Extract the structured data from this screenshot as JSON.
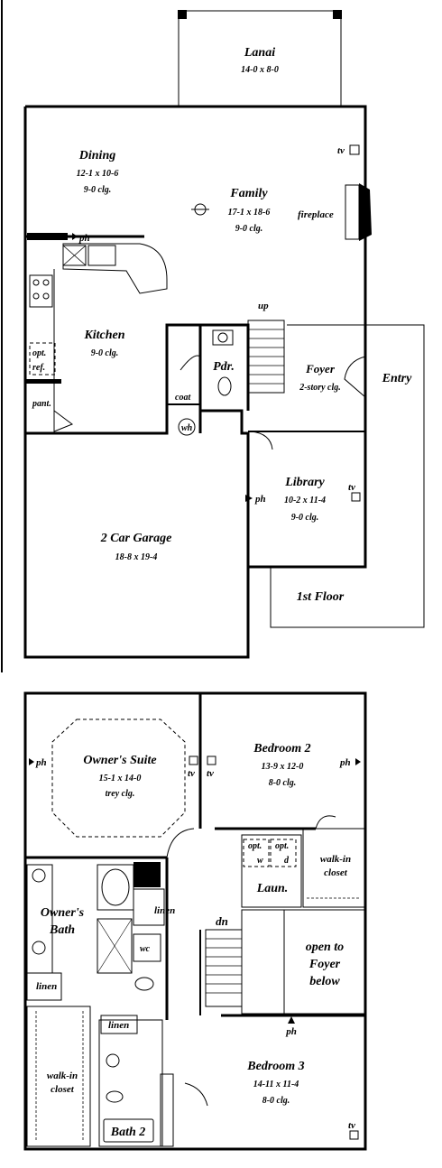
{
  "first_floor": {
    "label": "1st Floor",
    "rooms": {
      "lanai": {
        "name": "Lanai",
        "dims": "14-0 x 8-0"
      },
      "dining": {
        "name": "Dining",
        "dims": "12-1 x 10-6",
        "ceiling": "9-0 clg."
      },
      "family": {
        "name": "Family",
        "dims": "17-1 x 18-6",
        "ceiling": "9-0 clg."
      },
      "kitchen": {
        "name": "Kitchen",
        "ceiling": "9-0 clg."
      },
      "powder": {
        "name": "Pdr."
      },
      "foyer": {
        "name": "Foyer",
        "ceiling": "2-story clg."
      },
      "entry": {
        "name": "Entry"
      },
      "library": {
        "name": "Library",
        "dims": "10-2 x 11-4",
        "ceiling": "9-0 clg."
      },
      "garage": {
        "name": "2 Car Garage",
        "dims": "18-8 x 19-4"
      }
    },
    "notes": {
      "tv": "tv",
      "tv_library": "tv",
      "fireplace": "fireplace",
      "ph_kitchen": "ph",
      "ph_library": "ph",
      "up": "up",
      "coat": "coat",
      "wh": "wh",
      "pant": "pant.",
      "opt": "opt.",
      "ref": "ref."
    }
  },
  "second_floor": {
    "rooms": {
      "owners_suite": {
        "name": "Owner's Suite",
        "dims": "15-1 x 14-0",
        "ceiling": "trey clg."
      },
      "bedroom2": {
        "name": "Bedroom 2",
        "dims": "13-9 x 12-0",
        "ceiling": "8-0 clg."
      },
      "owners_bath": {
        "name_line1": "Owner's",
        "name_line2": "Bath"
      },
      "laundry": {
        "name": "Laun."
      },
      "walkin_closet_br2": {
        "line1": "walk-in",
        "line2": "closet"
      },
      "open_to_foyer": {
        "line1": "open to",
        "line2": "Foyer",
        "line3": "below"
      },
      "bedroom3": {
        "name": "Bedroom 3",
        "dims": "14-11 x 11-4",
        "ceiling": "8-0 clg."
      },
      "walkin_closet_owner": {
        "line1": "walk-in",
        "line2": "closet"
      },
      "bath2": {
        "name": "Bath 2"
      }
    },
    "notes": {
      "ph_left": "ph",
      "ph_right": "ph",
      "ph_bottom": "ph",
      "tv1": "tv",
      "tv2": "tv",
      "tv3": "tv",
      "linen1": "linen",
      "linen2": "linen",
      "linen3": "linen",
      "dn": "dn",
      "wc": "wc",
      "opt1": "opt.",
      "opt2": "opt.",
      "w": "w",
      "d": "d"
    }
  }
}
